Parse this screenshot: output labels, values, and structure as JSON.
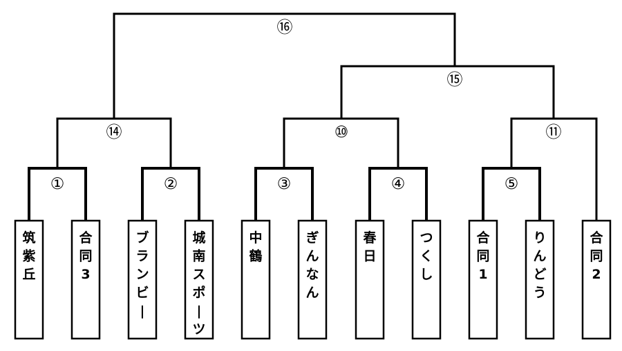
{
  "teams": [
    "筑紫丘",
    "合同3",
    "ブランビー",
    "城南スポーツ",
    "中鶴",
    "ぎんなん",
    "春日",
    "つくし",
    "合同1",
    "りんどう",
    "合同2"
  ],
  "matches": {
    "m1": "①",
    "m2": "②",
    "m3": "③",
    "m4": "④",
    "m5": "⑤",
    "m10": "⑩",
    "m11": "⑪",
    "m14": "⑭",
    "m15": "⑮",
    "m16": "⑯"
  },
  "colors": {
    "line": "#000000",
    "background": "#ffffff"
  }
}
